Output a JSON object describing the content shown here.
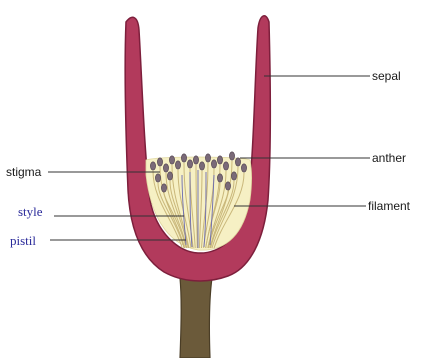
{
  "labels": {
    "sepal": "sepal",
    "anther": "anther",
    "stigma": "stigma",
    "filament": "filament",
    "style": "style",
    "pistil": "pistil"
  },
  "colors": {
    "sepal_fill": "#b23a5c",
    "sepal_edge": "#7d1f3c",
    "stalk": "#6b5a3a",
    "interior": "#f6f0c4",
    "anther": "#7a6a78",
    "filament": "#c9b77a",
    "style_line": "#6a6ab0",
    "leader": "#333333"
  }
}
